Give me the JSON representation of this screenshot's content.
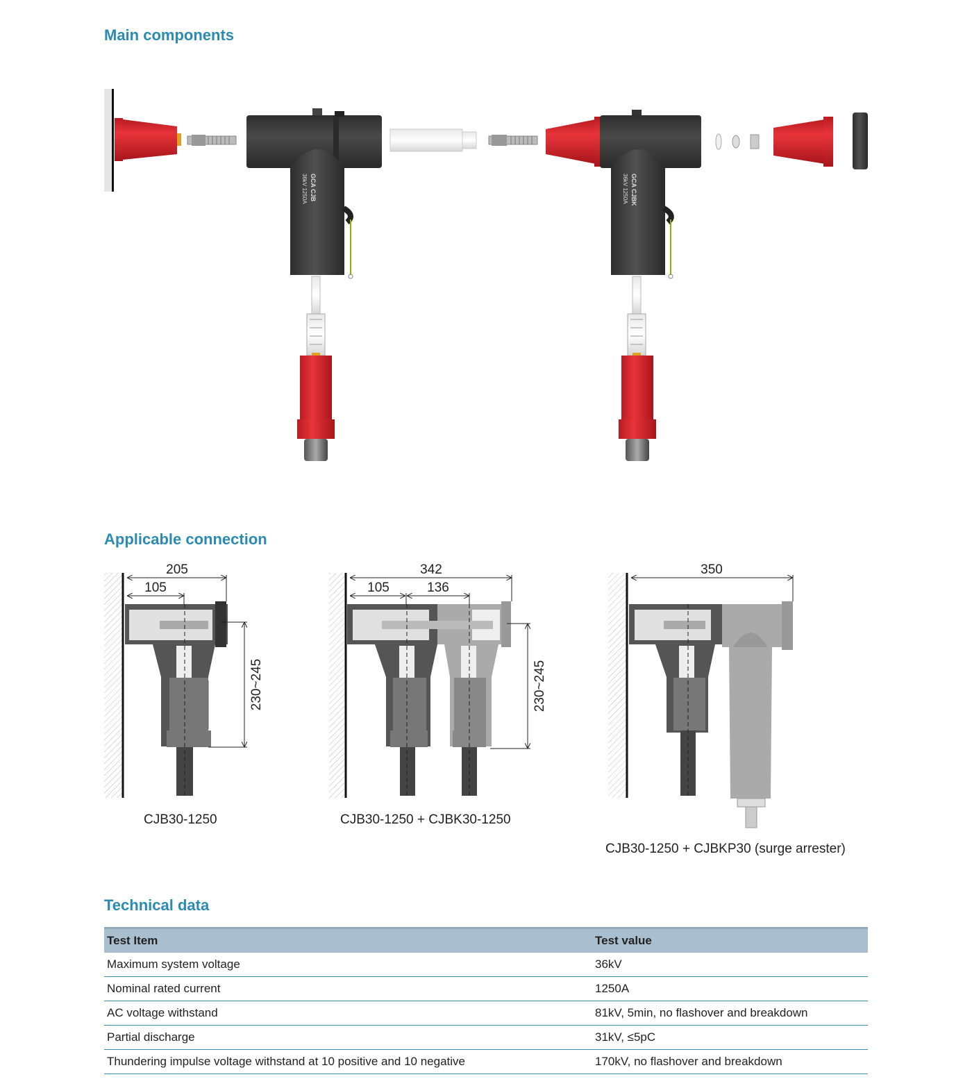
{
  "sections": {
    "main_components": "Main components",
    "applicable_connection": "Applicable connection",
    "technical_data": "Technical data"
  },
  "connections": [
    {
      "caption": "CJB30-1250",
      "dims": [
        "205",
        "105",
        "230~245"
      ]
    },
    {
      "caption": "CJB30-1250 + CJBK30-1250",
      "dims": [
        "342",
        "105",
        "136",
        "230~245"
      ]
    },
    {
      "caption": "CJB30-1250 + CJBKP30 (surge arrester)",
      "dims": [
        "350"
      ]
    }
  ],
  "connector_labels": {
    "left": [
      "GCA CJB",
      "36kV 1250A"
    ],
    "right": [
      "GCA CJBK",
      "36kV 1250A"
    ]
  },
  "table": {
    "headers": [
      "Test Item",
      "Test value"
    ],
    "rows": [
      [
        "Maximum system voltage",
        "36kV"
      ],
      [
        "Nominal rated current",
        "1250A"
      ],
      [
        "AC voltage withstand",
        "81kV, 5min, no flashover and breakdown"
      ],
      [
        "Partial discharge",
        "31kV, ≤5pC"
      ],
      [
        "Thundering impulse voltage withstand at 10 positive and 10 negative",
        "170kV, no flashover and breakdown"
      ]
    ]
  },
  "colors": {
    "title": "#2a8ab0",
    "red": "#d9272e",
    "black_body": "#3a3a3a",
    "table_header": "#a9bfcf",
    "table_rule": "#3a8fb5"
  }
}
